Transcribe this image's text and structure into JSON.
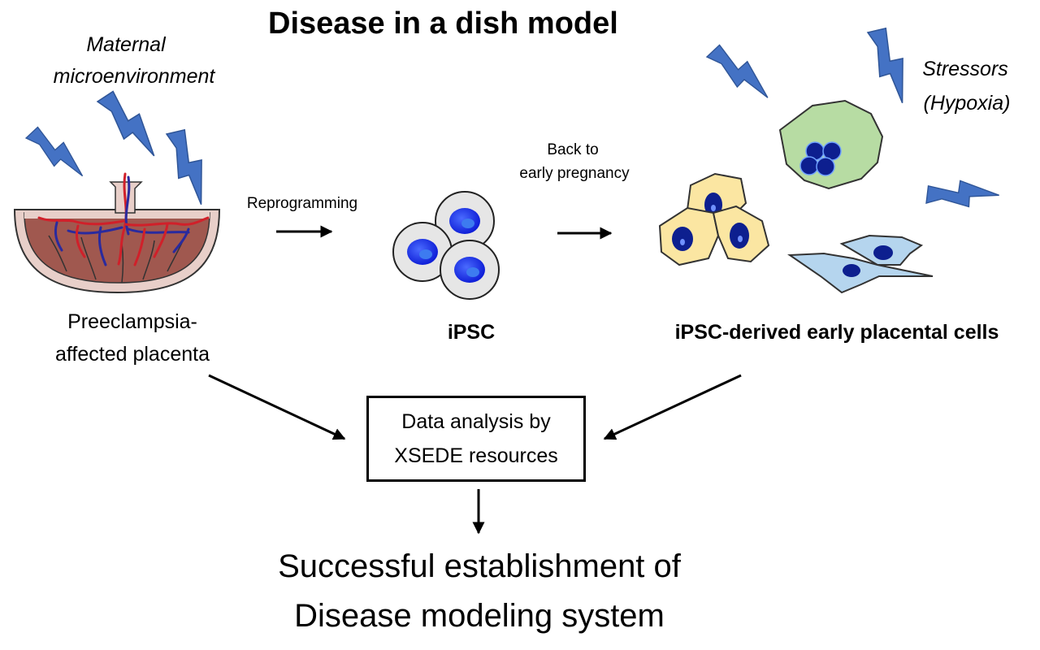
{
  "title": "Disease in a dish model",
  "maternal": {
    "line1": "Maternal",
    "line2": "microenvironment"
  },
  "stressors": {
    "line1": "Stressors",
    "line2": "(Hypoxia)"
  },
  "step_labels": {
    "reprogramming": "Reprogramming",
    "back_line1": "Back to",
    "back_line2": "early pregnancy"
  },
  "nodes": {
    "placenta_line1": "Preeclampsia-",
    "placenta_line2": "affected placenta",
    "ipsc": "iPSC",
    "derived": "iPSC-derived early placental cells"
  },
  "analysis_box": {
    "line1": "Data analysis by",
    "line2": "XSEDE resources"
  },
  "result": {
    "line1": "Successful establishment of",
    "line2": "Disease modeling system"
  },
  "colors": {
    "bolt": "#4472c4",
    "placenta": "#a0584f",
    "vessel_red": "#d0202a",
    "vessel_blue": "#2a2a9e",
    "ipsc_nucleus": "#1b2cf0",
    "yellow_cell": "#fbe6a2",
    "green_cell": "#b7dca3",
    "blue_cell": "#b5d5ee",
    "dark_nucleus": "#0d1f8f"
  }
}
